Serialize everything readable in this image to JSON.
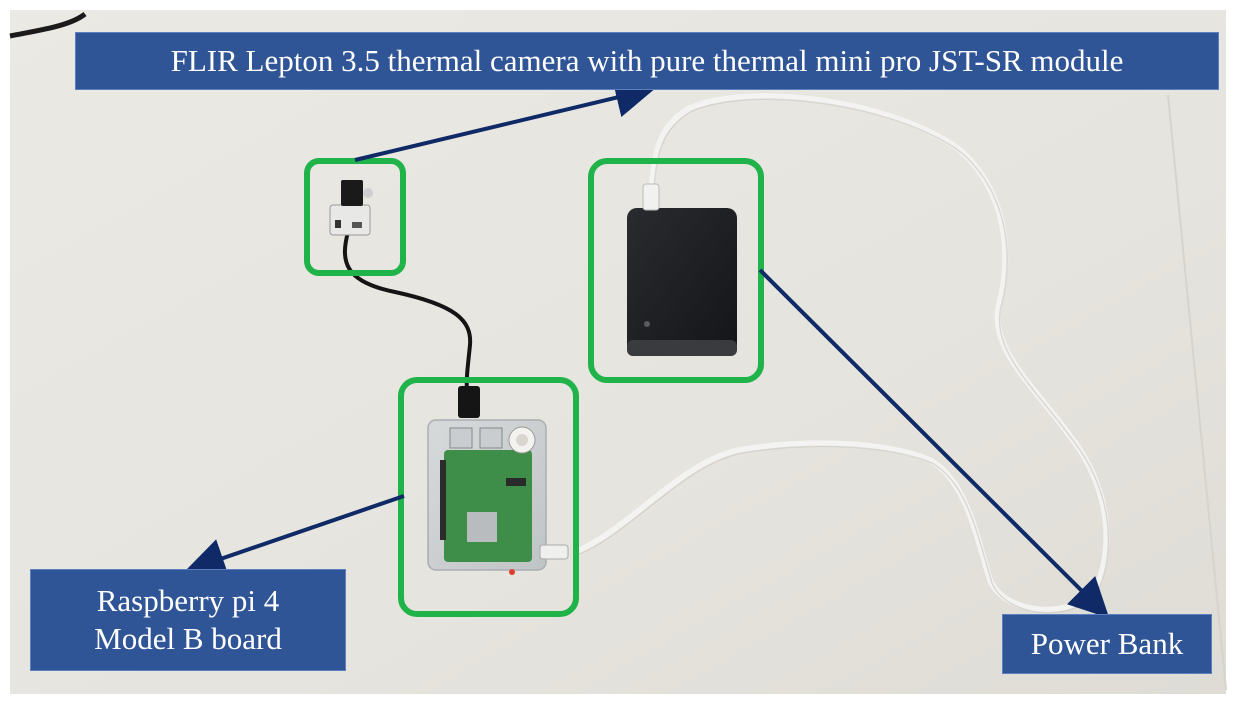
{
  "labels": {
    "camera": "FLIR Lepton 3.5 thermal camera with pure thermal mini pro JST-SR module",
    "pi_line1": "Raspberry pi 4",
    "pi_line2": "Model B board",
    "power": "Power Bank"
  },
  "colors": {
    "label_background": "#2f5597",
    "highlight_box": "#1fb34a",
    "arrow": "#0f2a66",
    "table_surface": "#e9e7e1",
    "cable_white": "#f4f4f2",
    "cable_black": "#141414",
    "power_bank_body": "#1c1d20",
    "pcb_green": "#3e8e4a"
  },
  "objects": {
    "camera_icon": "thermal-camera-module",
    "pi_icon": "raspberry-pi-board",
    "power_icon": "power-bank"
  }
}
